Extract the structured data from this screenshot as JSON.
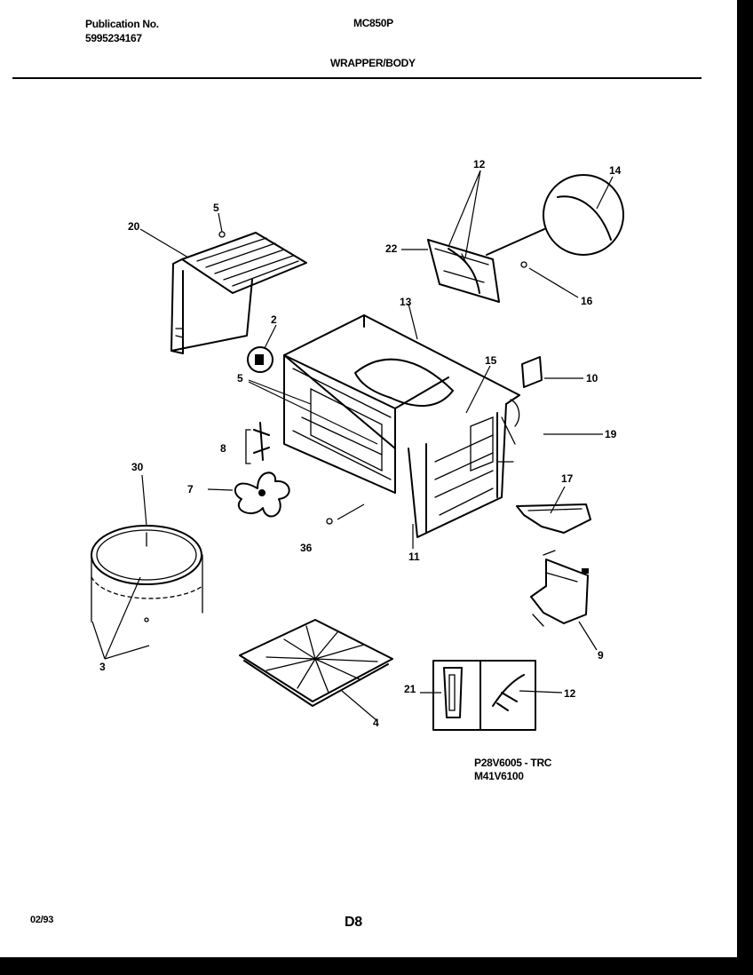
{
  "header": {
    "publication_label": "Publication No.",
    "publication_number": "5995234167",
    "model": "MC850P",
    "section_title": "WRAPPER/BODY"
  },
  "callouts": {
    "c2": "2",
    "c3": "3",
    "c4": "4",
    "c5a": "5",
    "c5b": "5",
    "c7": "7",
    "c8": "8",
    "c9": "9",
    "c10": "10",
    "c11": "11",
    "c12a": "12",
    "c12b": "12",
    "c13": "13",
    "c14": "14",
    "c15": "15",
    "c16": "16",
    "c17": "17",
    "c19": "19",
    "c20": "20",
    "c21": "21",
    "c22": "22",
    "c30": "30",
    "c36": "36"
  },
  "footer": {
    "reference_1": "P28V6005 - TRC",
    "reference_2": "M41V6100",
    "date": "02/93",
    "page": "D8"
  }
}
